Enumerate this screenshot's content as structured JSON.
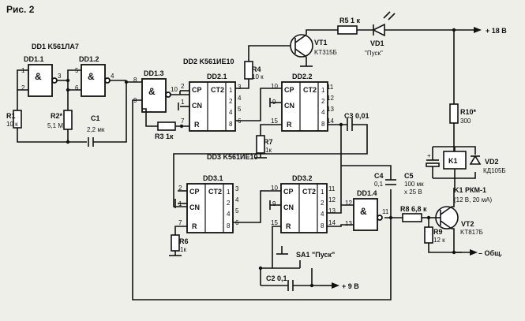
{
  "figure_title": "Рис. 2",
  "ic_labels": {
    "dd1": "DD1  K561ЛА7",
    "dd2": "DD2  K561ИЕ10",
    "dd3": "DD3  K561ИЕ10"
  },
  "gates": {
    "dd1_1": {
      "name": "DD1.1",
      "pins": [
        "1",
        "2",
        "3"
      ],
      "sym": "&"
    },
    "dd1_2": {
      "name": "DD1.2",
      "pins": [
        "5",
        "6",
        "4"
      ],
      "sym": "&"
    },
    "dd1_3": {
      "name": "DD1.3",
      "pins": [
        "8",
        "9",
        "10"
      ],
      "sym": "&"
    },
    "dd1_4": {
      "name": "DD1.4",
      "pins": [
        "12",
        "13",
        "11"
      ],
      "sym": "&"
    }
  },
  "counters": {
    "dd2_1": {
      "name": "DD2.1",
      "type": "CT2",
      "inputs": [
        "CP",
        "CN",
        "R"
      ],
      "in_pins": [
        "2",
        "1",
        "7"
      ],
      "out_pins": [
        "3",
        "4",
        "5",
        "6"
      ],
      "out_bits": [
        "1",
        "2",
        "4",
        "8"
      ]
    },
    "dd2_2": {
      "name": "DD2.2",
      "type": "CT2",
      "inputs": [
        "CP",
        "CN",
        "R"
      ],
      "in_pins": [
        "10",
        "9",
        "15"
      ],
      "out_pins": [
        "11",
        "12",
        "13",
        "14"
      ],
      "out_bits": [
        "1",
        "2",
        "4",
        "8"
      ]
    },
    "dd3_1": {
      "name": "DD3.1",
      "type": "CT2",
      "inputs": [
        "CP",
        "CN",
        "R"
      ],
      "in_pins": [
        "2",
        "1",
        "7"
      ],
      "out_pins": [
        "3",
        "4",
        "5",
        "6"
      ],
      "out_bits": [
        "1",
        "2",
        "4",
        "8"
      ]
    },
    "dd3_2": {
      "name": "DD3.2",
      "type": "CT2",
      "inputs": [
        "CP",
        "CN",
        "R"
      ],
      "in_pins": [
        "10",
        "9",
        "15"
      ],
      "out_pins": [
        "11",
        "12",
        "13",
        "14"
      ],
      "out_bits": [
        "1",
        "2",
        "4",
        "8"
      ]
    }
  },
  "components": {
    "r1": {
      "ref": "R1",
      "value": "10 к"
    },
    "r2": {
      "ref": "R2*",
      "value": "5,1 М"
    },
    "c1": {
      "ref": "C1",
      "value": "2,2 мк"
    },
    "r3": {
      "ref": "R3 1к"
    },
    "r4": {
      "ref": "R4",
      "value": "10 к"
    },
    "r5": {
      "ref": "R5 1 к"
    },
    "vt1": {
      "ref": "VT1",
      "value": "KT315Б"
    },
    "vd1": {
      "ref": "VD1",
      "value": "\"Пуск\""
    },
    "r7": {
      "ref": "R7",
      "value": "1к"
    },
    "c3": {
      "ref": "C3  0,01"
    },
    "r6": {
      "ref": "R6",
      "value": "1к"
    },
    "c4": {
      "ref": "C4",
      "value": "0,1"
    },
    "c5": {
      "ref": "C5",
      "value": "100 мк",
      "value2": "x 25 В"
    },
    "r8": {
      "ref": "R8 6,8 к"
    },
    "r9": {
      "ref": "R9",
      "value": "12 к"
    },
    "r10": {
      "ref": "R10*",
      "value": "300"
    },
    "k1": {
      "ref": "K1",
      "body": "K1",
      "value": "K1  РКМ-1",
      "value2": "(12 В, 20 мА)"
    },
    "vd2": {
      "ref": "VD2",
      "value": "КД105Б"
    },
    "vt2": {
      "ref": "VT2",
      "value": "KT817Б"
    },
    "sa1": {
      "ref": "SA1  \"Пуск\""
    },
    "c2": {
      "ref": "C2  0,1"
    }
  },
  "rails": {
    "plus18": "+ 18 В",
    "plus9": "+ 9 В",
    "gnd": "– Общ."
  },
  "pin_marks": {
    "dd1_out11": "11",
    "dd2_out6": "6"
  }
}
